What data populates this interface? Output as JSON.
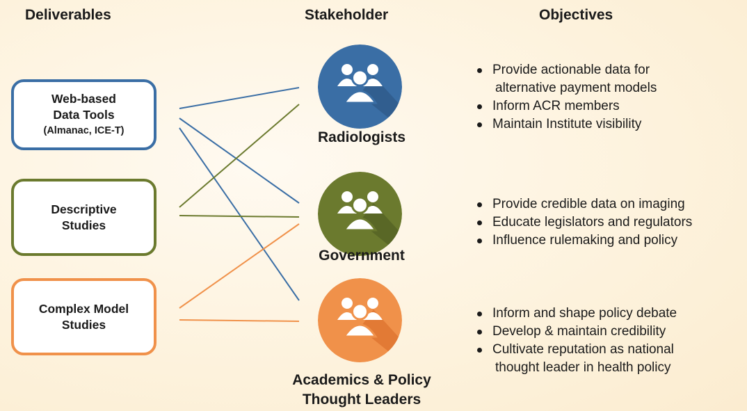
{
  "headers": {
    "deliverables": "Deliverables",
    "stakeholder": "Stakeholder",
    "objectives": "Objectives"
  },
  "deliverables": [
    {
      "line1": "Web-based",
      "line2": "Data Tools",
      "sub": "(Almanac, ICE-T)",
      "color": "#3a6ea5"
    },
    {
      "line1": "Descriptive",
      "line2": "Studies",
      "color": "#6b7a2e"
    },
    {
      "line1": "Complex Model",
      "line2": "Studies",
      "color": "#f0914a"
    }
  ],
  "stakeholders": [
    {
      "label": "Radiologists",
      "color": "#3a6ea5",
      "icon": "people-group-icon"
    },
    {
      "label": "Government",
      "color": "#6b7a2e",
      "icon": "people-group-icon"
    },
    {
      "label_line1": "Academics & Policy",
      "label_line2": "Thought Leaders",
      "color": "#f0914a",
      "icon": "people-group-icon"
    }
  ],
  "objectives": [
    [
      {
        "line1": "Provide actionable data for",
        "line2": "alternative payment models"
      },
      {
        "line1": "Inform ACR members"
      },
      {
        "line1": "Maintain Institute visibility"
      }
    ],
    [
      {
        "line1": "Provide credible data on imaging"
      },
      {
        "line1": "Educate legislators and regulators"
      },
      {
        "line1": "Influence rulemaking and policy"
      }
    ],
    [
      {
        "line1": "Inform and shape policy debate"
      },
      {
        "line1": "Develop & maintain credibility"
      },
      {
        "line1": "Cultivate reputation as national",
        "line2": "thought leader in health policy"
      }
    ]
  ],
  "connections": [
    {
      "from": 0,
      "to": 0,
      "color": "#3a6ea5"
    },
    {
      "from": 0,
      "to": 1,
      "color": "#3a6ea5"
    },
    {
      "from": 0,
      "to": 2,
      "color": "#3a6ea5"
    },
    {
      "from": 1,
      "to": 0,
      "color": "#6b7a2e"
    },
    {
      "from": 1,
      "to": 1,
      "color": "#6b7a2e"
    },
    {
      "from": 2,
      "to": 1,
      "color": "#f0914a"
    },
    {
      "from": 2,
      "to": 2,
      "color": "#f0914a"
    }
  ]
}
